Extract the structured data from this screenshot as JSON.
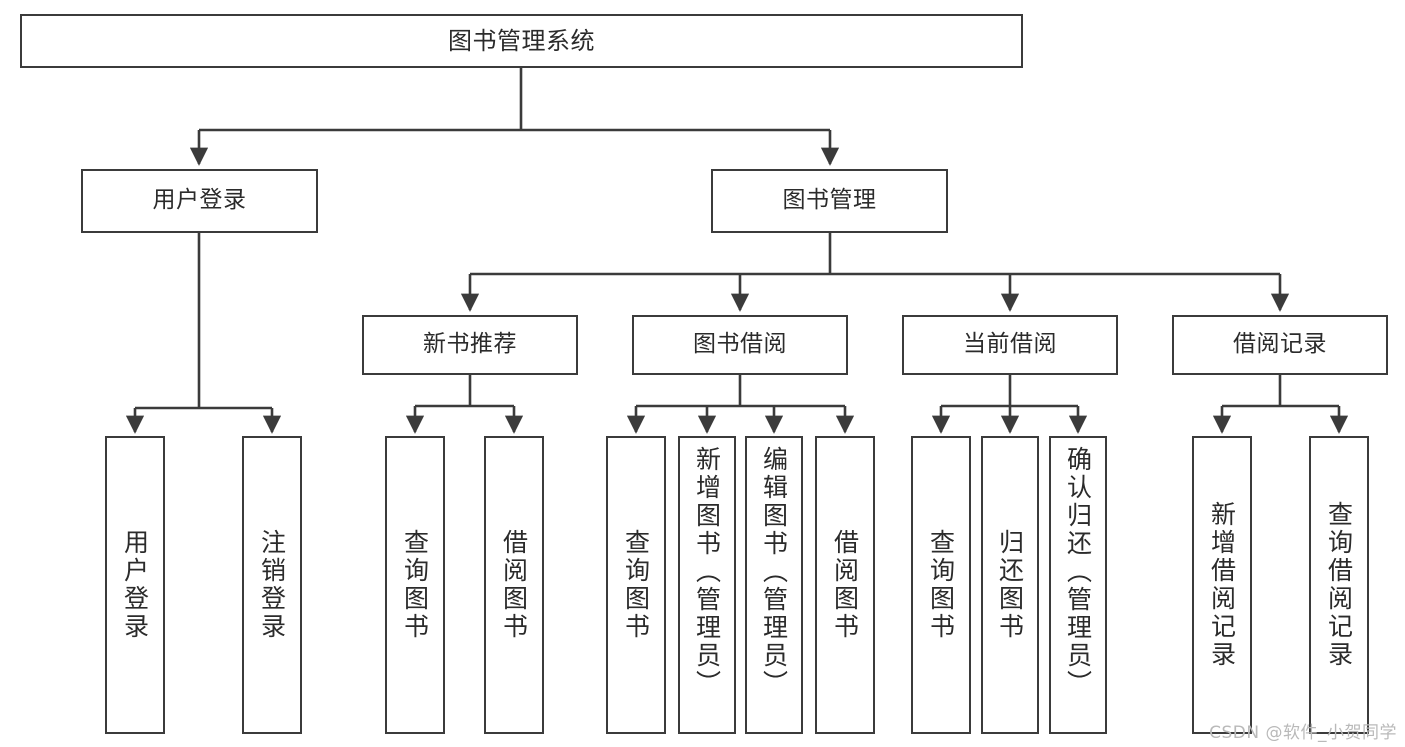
{
  "diagram": {
    "title": "图书管理系统",
    "type": "tree-structure-chart",
    "stroke_color": "#3b3b3b",
    "text_color": "#2b2b2b",
    "background": "#ffffff",
    "watermark": "CSDN @软件_小贺同学",
    "nodes": {
      "root": {
        "label": "图书管理系统"
      },
      "level2": [
        {
          "id": "user-login",
          "label": "用户登录"
        },
        {
          "id": "book-management",
          "label": "图书管理"
        }
      ],
      "level3": [
        {
          "id": "new-book-recommend",
          "label": "新书推荐"
        },
        {
          "id": "book-borrow",
          "label": "图书借阅"
        },
        {
          "id": "current-borrow",
          "label": "当前借阅"
        },
        {
          "id": "borrow-record",
          "label": "借阅记录"
        }
      ],
      "leaves": {
        "user-login": [
          {
            "id": "leaf-user-login",
            "label": "用户登录"
          },
          {
            "id": "leaf-logout-login",
            "label": "注销登录"
          }
        ],
        "new-book-recommend": [
          {
            "id": "leaf-query-book-1",
            "label": "查询图书"
          },
          {
            "id": "leaf-borrow-book-1",
            "label": "借阅图书"
          }
        ],
        "book-borrow": [
          {
            "id": "leaf-query-book-2",
            "label": "查询图书"
          },
          {
            "id": "leaf-add-book",
            "label": "新增图书（管理员）"
          },
          {
            "id": "leaf-edit-book",
            "label": "编辑图书（管理员）"
          },
          {
            "id": "leaf-borrow-book-2",
            "label": "借阅图书"
          }
        ],
        "current-borrow": [
          {
            "id": "leaf-query-book-3",
            "label": "查询图书"
          },
          {
            "id": "leaf-return-book",
            "label": "归还图书"
          },
          {
            "id": "leaf-confirm-return",
            "label": "确认归还（管理员）"
          }
        ],
        "borrow-record": [
          {
            "id": "leaf-add-borrow-record",
            "label": "新增借阅记录"
          },
          {
            "id": "leaf-query-borrow-record",
            "label": "查询借阅记录"
          }
        ]
      }
    }
  }
}
